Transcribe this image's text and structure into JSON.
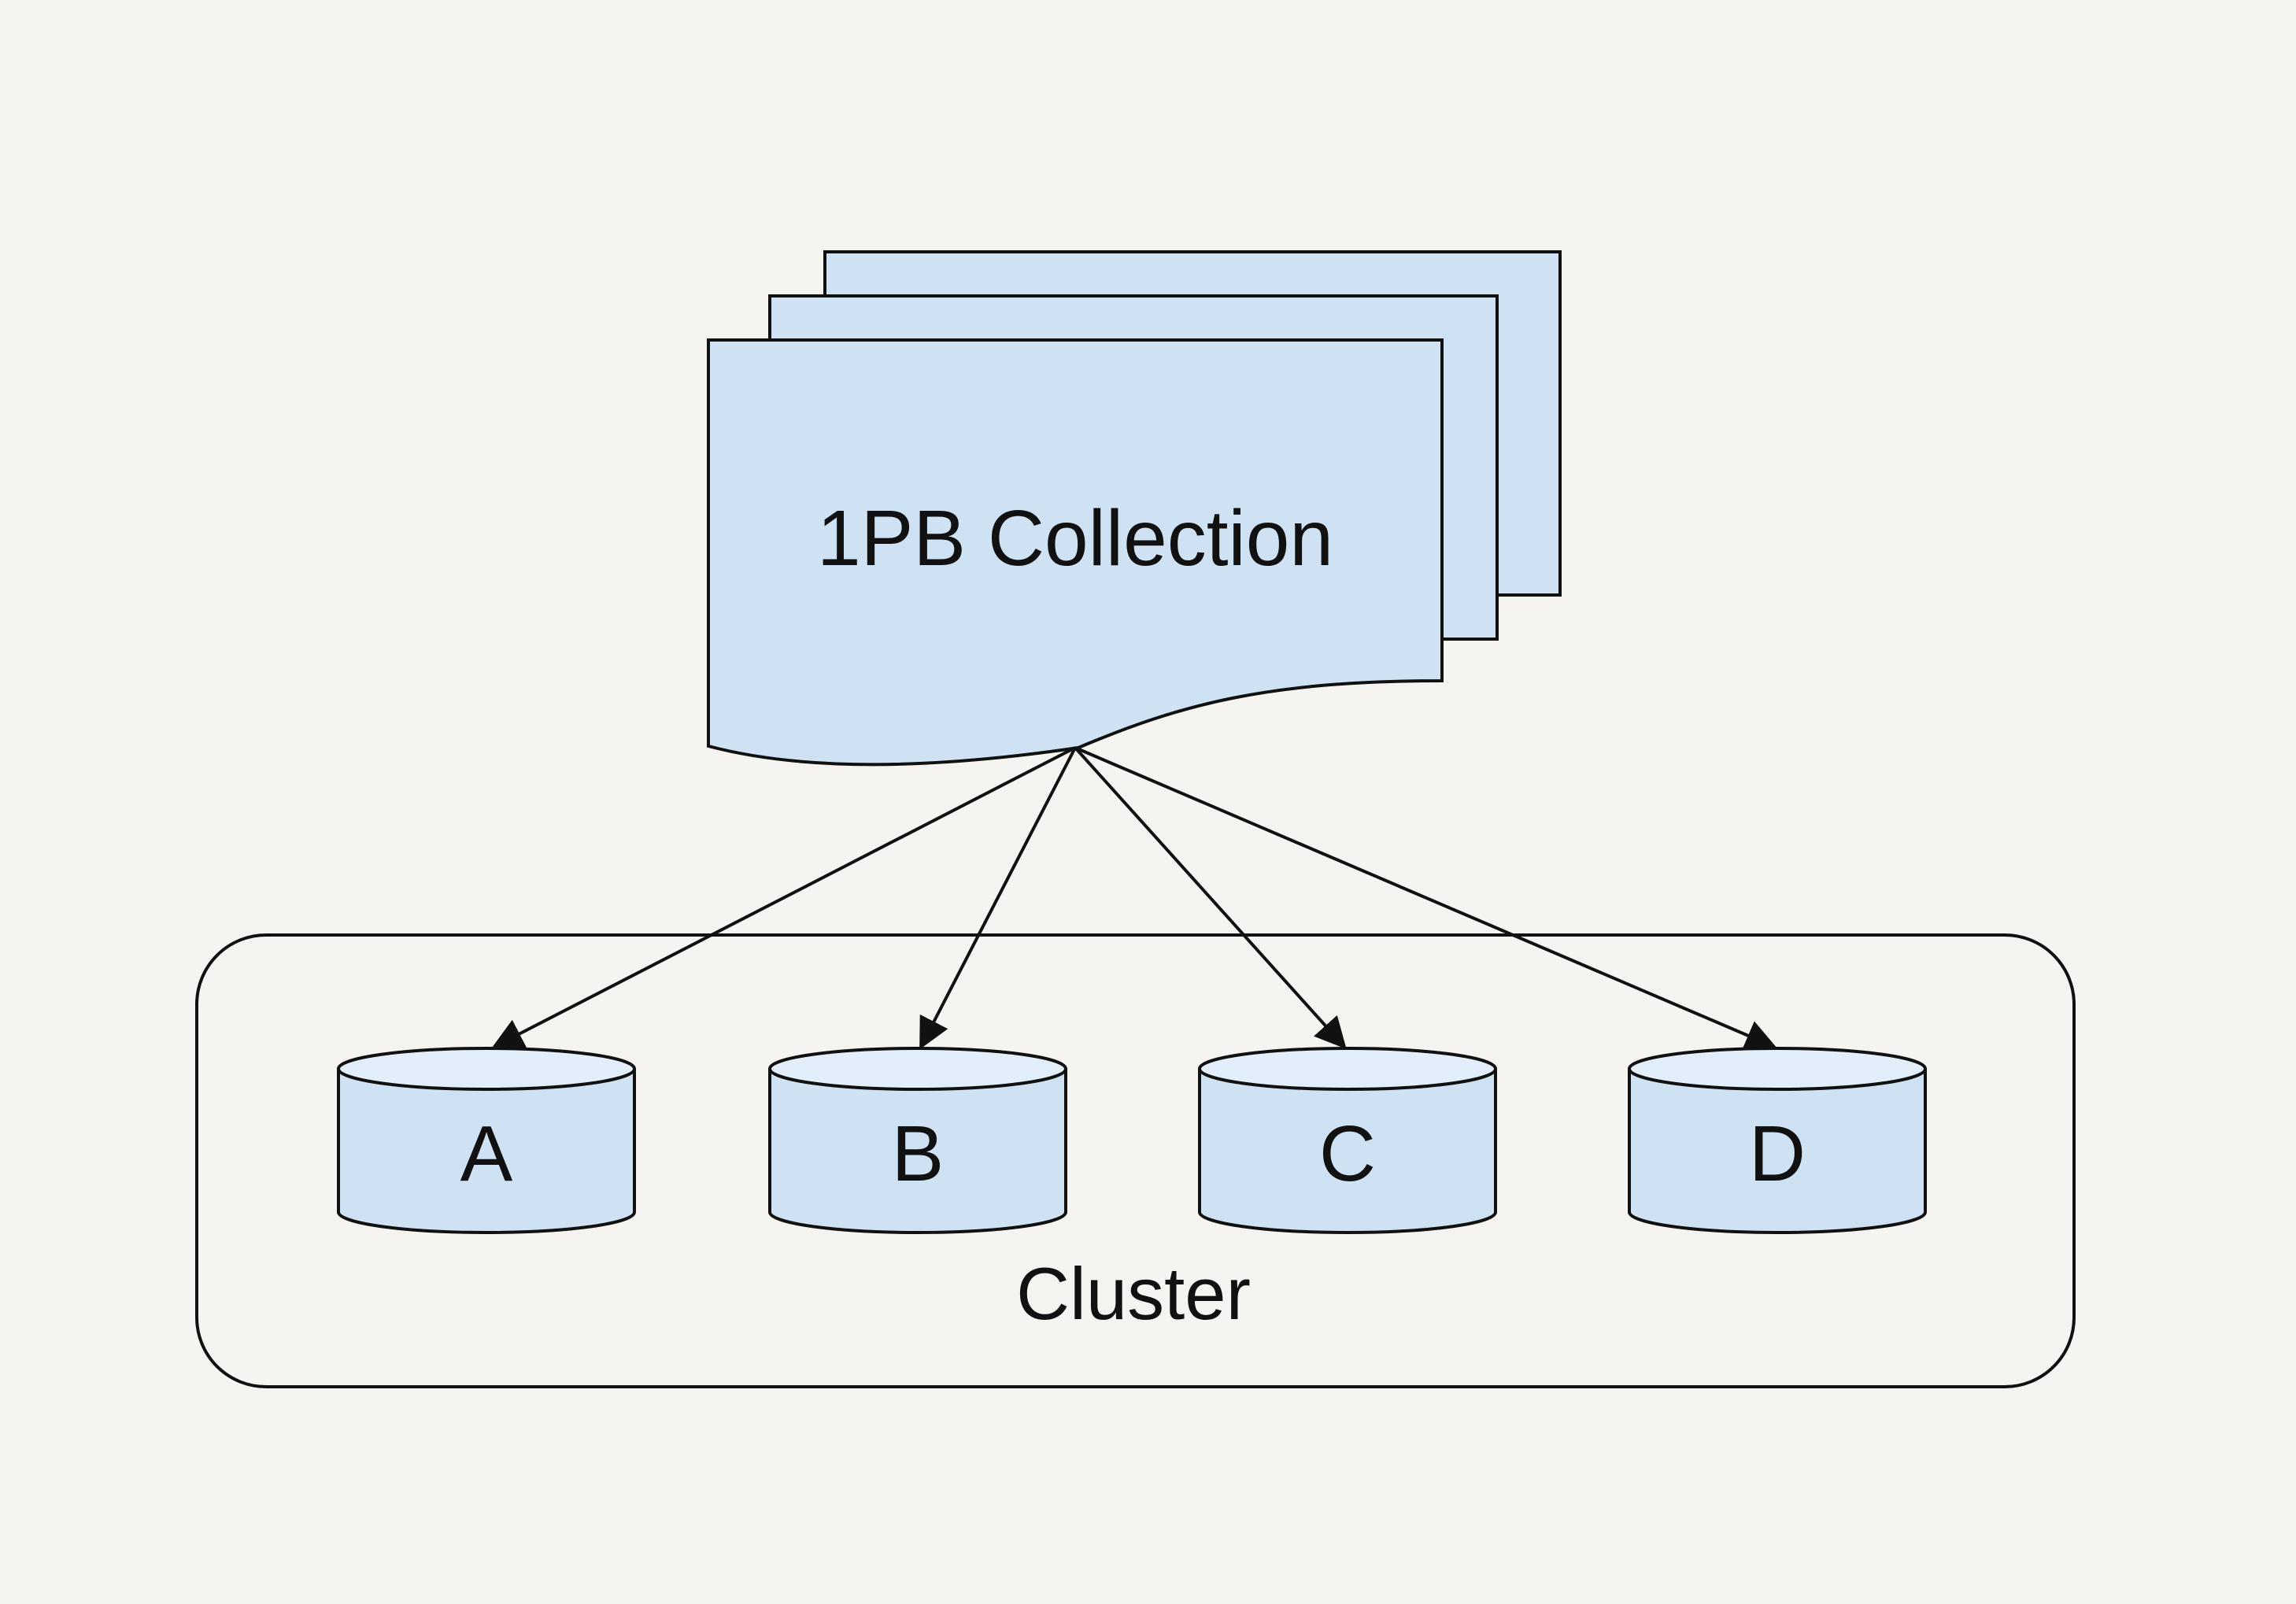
{
  "diagram": {
    "collection": {
      "label": "1PB Collection"
    },
    "cluster": {
      "label": "Cluster"
    },
    "nodes": [
      {
        "label": "A"
      },
      {
        "label": "B"
      },
      {
        "label": "C"
      },
      {
        "label": "D"
      }
    ]
  },
  "colors": {
    "background": "#f5f4f0",
    "fill": "#cfe2f3",
    "fill_top": "#e2eef9",
    "stroke": "#111111"
  }
}
